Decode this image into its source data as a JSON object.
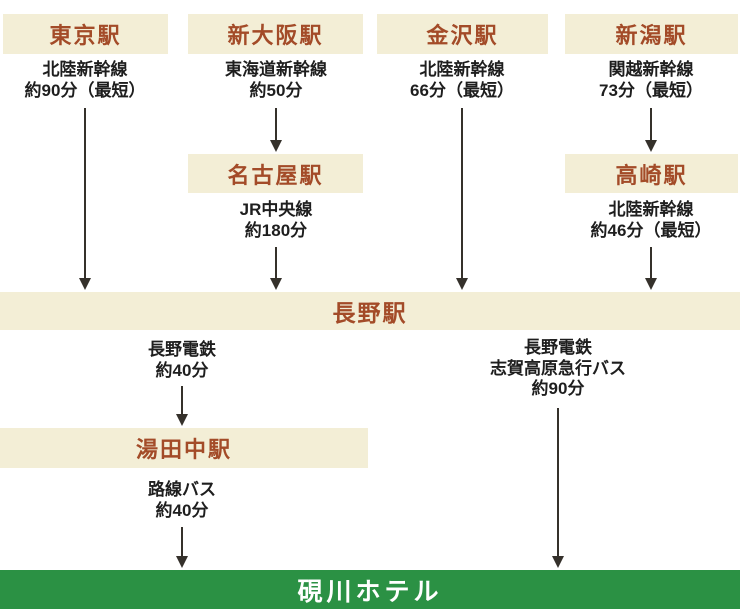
{
  "colors": {
    "station_box_bg": "#f3eed6",
    "station_label": "#a34b28",
    "hotel_bar_bg": "#2b9144",
    "hotel_label": "#ffffff",
    "route_text": "#1e1e1e",
    "arrow": "#35312b"
  },
  "stations": {
    "tokyo": "東京駅",
    "shin_osaka": "新大阪駅",
    "kanazawa": "金沢駅",
    "niigata": "新潟駅",
    "nagoya": "名古屋駅",
    "takasaki": "高崎駅",
    "nagano": "長野駅",
    "yudanaka": "湯田中駅"
  },
  "hotel": {
    "name": "硯川ホテル"
  },
  "routes": {
    "tokyo_to_nagano": {
      "line": "北陸新幹線",
      "duration": "約90分（最短）"
    },
    "shin_osaka_to_nagoya": {
      "line": "東海道新幹線",
      "duration": "約50分"
    },
    "kanazawa_to_nagano": {
      "line": "北陸新幹線",
      "duration": "66分（最短）"
    },
    "niigata_to_takasaki": {
      "line": "関越新幹線",
      "duration": "73分（最短）"
    },
    "nagoya_to_nagano": {
      "line": "JR中央線",
      "duration": "約180分"
    },
    "takasaki_to_nagano": {
      "line": "北陸新幹線",
      "duration": "約46分（最短）"
    },
    "nagano_to_yudanaka": {
      "line": "長野電鉄",
      "duration": "約40分"
    },
    "nagano_to_hotel": {
      "line": "長野電鉄",
      "line2": "志賀高原急行バス",
      "duration": "約90分"
    },
    "yudanaka_to_hotel": {
      "line": "路線バス",
      "duration": "約40分"
    }
  }
}
